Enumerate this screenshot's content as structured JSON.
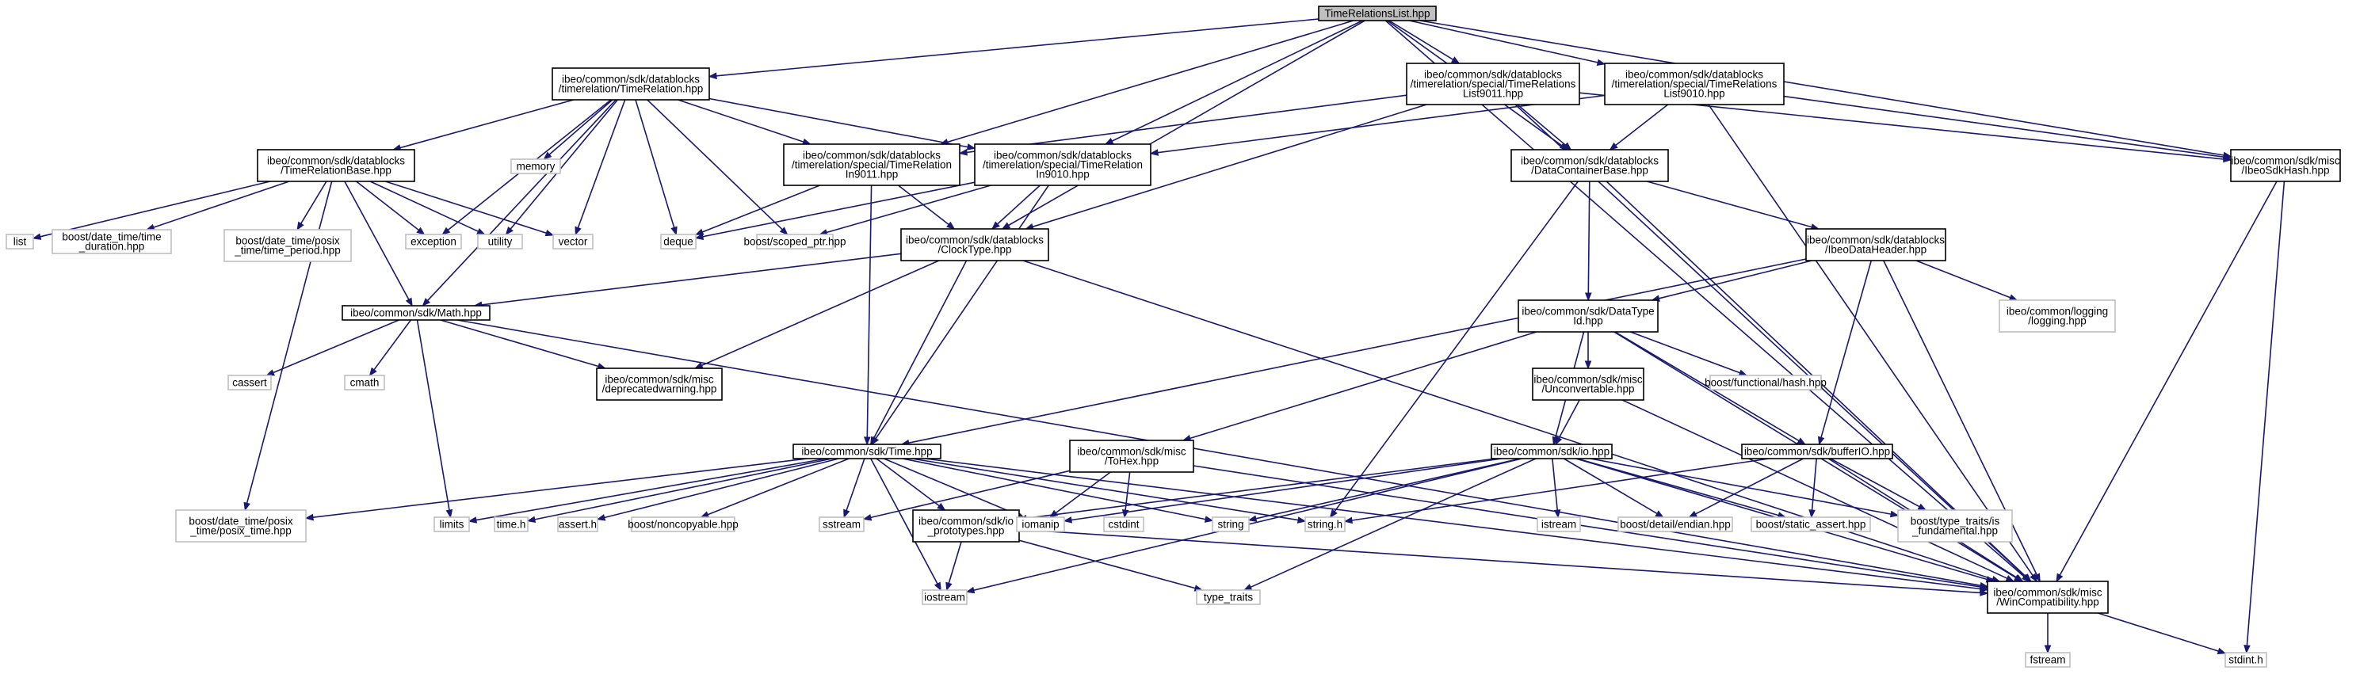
{
  "nodes": [
    {
      "id": "main",
      "kind": "main",
      "lines": [
        "TimeRelationsList.hpp"
      ]
    },
    {
      "id": "timerel",
      "kind": "proj",
      "lines": [
        "ibeo/common/sdk/datablocks",
        "/timerelation/TimeRelation.hpp"
      ]
    },
    {
      "id": "list9011",
      "kind": "proj",
      "lines": [
        "ibeo/common/sdk/datablocks",
        "/timerelation/special/TimeRelations",
        "List9011.hpp"
      ]
    },
    {
      "id": "list9010",
      "kind": "proj",
      "lines": [
        "ibeo/common/sdk/datablocks",
        "/timerelation/special/TimeRelations",
        "List9010.hpp"
      ]
    },
    {
      "id": "hash",
      "kind": "proj",
      "lines": [
        "ibeo/common/sdk/misc",
        "/IbeoSdkHash.hpp"
      ]
    },
    {
      "id": "trbase",
      "kind": "proj",
      "lines": [
        "ibeo/common/sdk/datablocks",
        "/TimeRelationBase.hpp"
      ]
    },
    {
      "id": "memory",
      "kind": "sys",
      "lines": [
        "memory"
      ]
    },
    {
      "id": "in9011",
      "kind": "proj",
      "lines": [
        "ibeo/common/sdk/datablocks",
        "/timerelation/special/TimeRelation",
        "In9011.hpp"
      ]
    },
    {
      "id": "in9010",
      "kind": "proj",
      "lines": [
        "ibeo/common/sdk/datablocks",
        "/timerelation/special/TimeRelation",
        "In9010.hpp"
      ]
    },
    {
      "id": "dcb",
      "kind": "proj",
      "lines": [
        "ibeo/common/sdk/datablocks",
        "/DataContainerBase.hpp"
      ]
    },
    {
      "id": "list",
      "kind": "sys",
      "lines": [
        "list"
      ]
    },
    {
      "id": "duration",
      "kind": "sys",
      "lines": [
        "boost/date_time/time",
        "_duration.hpp"
      ]
    },
    {
      "id": "period",
      "kind": "sys",
      "lines": [
        "boost/date_time/posix",
        "_time/time_period.hpp"
      ]
    },
    {
      "id": "exception",
      "kind": "sys",
      "lines": [
        "exception"
      ]
    },
    {
      "id": "utility",
      "kind": "sys",
      "lines": [
        "utility"
      ]
    },
    {
      "id": "vector",
      "kind": "sys",
      "lines": [
        "vector"
      ]
    },
    {
      "id": "deque",
      "kind": "sys",
      "lines": [
        "deque"
      ]
    },
    {
      "id": "scoped",
      "kind": "sys",
      "lines": [
        "boost/scoped_ptr.hpp"
      ]
    },
    {
      "id": "clock",
      "kind": "proj",
      "lines": [
        "ibeo/common/sdk/datablocks",
        "/ClockType.hpp"
      ]
    },
    {
      "id": "header",
      "kind": "proj",
      "lines": [
        "ibeo/common/sdk/datablocks",
        "/IbeoDataHeader.hpp"
      ]
    },
    {
      "id": "math",
      "kind": "proj",
      "lines": [
        "ibeo/common/sdk/Math.hpp"
      ]
    },
    {
      "id": "typeid",
      "kind": "proj",
      "lines": [
        "ibeo/common/sdk/DataType",
        "Id.hpp"
      ]
    },
    {
      "id": "logging",
      "kind": "sys",
      "lines": [
        "ibeo/common/logging",
        "/logging.hpp"
      ]
    },
    {
      "id": "cassert",
      "kind": "sys",
      "lines": [
        "cassert"
      ]
    },
    {
      "id": "cmath",
      "kind": "sys",
      "lines": [
        "cmath"
      ]
    },
    {
      "id": "deprecated",
      "kind": "proj",
      "lines": [
        "ibeo/common/sdk/misc",
        "/deprecatedwarning.hpp"
      ]
    },
    {
      "id": "unconv",
      "kind": "proj",
      "lines": [
        "ibeo/common/sdk/misc",
        "/Unconvertable.hpp"
      ]
    },
    {
      "id": "fhash",
      "kind": "sys",
      "lines": [
        "boost/functional/hash.hpp"
      ]
    },
    {
      "id": "time",
      "kind": "proj",
      "lines": [
        "ibeo/common/sdk/Time.hpp"
      ]
    },
    {
      "id": "tohex",
      "kind": "proj",
      "lines": [
        "ibeo/common/sdk/misc",
        "/ToHex.hpp"
      ]
    },
    {
      "id": "io",
      "kind": "proj",
      "lines": [
        "ibeo/common/sdk/io.hpp"
      ]
    },
    {
      "id": "bufferio",
      "kind": "proj",
      "lines": [
        "ibeo/common/sdk/bufferIO.hpp"
      ]
    },
    {
      "id": "posixtime",
      "kind": "sys",
      "lines": [
        "boost/date_time/posix",
        "_time/posix_time.hpp"
      ]
    },
    {
      "id": "limits",
      "kind": "sys",
      "lines": [
        "limits"
      ]
    },
    {
      "id": "timeh",
      "kind": "sys",
      "lines": [
        "time.h"
      ]
    },
    {
      "id": "asserth",
      "kind": "sys",
      "lines": [
        "assert.h"
      ]
    },
    {
      "id": "noncopy",
      "kind": "sys",
      "lines": [
        "boost/noncopyable.hpp"
      ]
    },
    {
      "id": "sstream",
      "kind": "sys",
      "lines": [
        "sstream"
      ]
    },
    {
      "id": "ioproto",
      "kind": "proj",
      "lines": [
        "ibeo/common/sdk/io",
        "_prototypes.hpp"
      ]
    },
    {
      "id": "iomanip",
      "kind": "sys",
      "lines": [
        "iomanip"
      ]
    },
    {
      "id": "cstdint",
      "kind": "sys",
      "lines": [
        "cstdint"
      ]
    },
    {
      "id": "string",
      "kind": "sys",
      "lines": [
        "string"
      ]
    },
    {
      "id": "stringh",
      "kind": "sys",
      "lines": [
        "string.h"
      ]
    },
    {
      "id": "istream",
      "kind": "sys",
      "lines": [
        "istream"
      ]
    },
    {
      "id": "endian",
      "kind": "sys",
      "lines": [
        "boost/detail/endian.hpp"
      ]
    },
    {
      "id": "static",
      "kind": "sys",
      "lines": [
        "boost/static_assert.hpp"
      ]
    },
    {
      "id": "fundamental",
      "kind": "sys",
      "lines": [
        "boost/type_traits/is",
        "_fundamental.hpp"
      ]
    },
    {
      "id": "wincompat",
      "kind": "proj",
      "lines": [
        "ibeo/common/sdk/misc",
        "/WinCompatibility.hpp"
      ]
    },
    {
      "id": "iostream",
      "kind": "sys",
      "lines": [
        "iostream"
      ]
    },
    {
      "id": "typetraits",
      "kind": "sys",
      "lines": [
        "type_traits"
      ]
    },
    {
      "id": "fstream",
      "kind": "sys",
      "lines": [
        "fstream"
      ]
    },
    {
      "id": "stdint",
      "kind": "sys",
      "lines": [
        "stdint.h"
      ]
    }
  ],
  "edges": [
    [
      "main",
      "timerel"
    ],
    [
      "main",
      "list9011"
    ],
    [
      "main",
      "list9010"
    ],
    [
      "main",
      "hash"
    ],
    [
      "main",
      "in9011"
    ],
    [
      "main",
      "in9010"
    ],
    [
      "main",
      "dcb"
    ],
    [
      "main",
      "clock"
    ],
    [
      "main",
      "wincompat"
    ],
    [
      "timerel",
      "trbase"
    ],
    [
      "timerel",
      "memory"
    ],
    [
      "timerel",
      "in9011"
    ],
    [
      "timerel",
      "in9010"
    ],
    [
      "timerel",
      "exception"
    ],
    [
      "timerel",
      "utility"
    ],
    [
      "timerel",
      "vector"
    ],
    [
      "timerel",
      "deque"
    ],
    [
      "timerel",
      "scoped"
    ],
    [
      "timerel",
      "math"
    ],
    [
      "list9011",
      "in9011"
    ],
    [
      "list9011",
      "dcb"
    ],
    [
      "list9011",
      "clock"
    ],
    [
      "list9011",
      "hash"
    ],
    [
      "list9011",
      "wincompat"
    ],
    [
      "list9010",
      "in9010"
    ],
    [
      "list9010",
      "dcb"
    ],
    [
      "list9010",
      "hash"
    ],
    [
      "list9010",
      "wincompat"
    ],
    [
      "hash",
      "wincompat"
    ],
    [
      "hash",
      "stdint"
    ],
    [
      "trbase",
      "list"
    ],
    [
      "trbase",
      "duration"
    ],
    [
      "trbase",
      "period"
    ],
    [
      "trbase",
      "exception"
    ],
    [
      "trbase",
      "utility"
    ],
    [
      "trbase",
      "vector"
    ],
    [
      "trbase",
      "math"
    ],
    [
      "trbase",
      "posixtime"
    ],
    [
      "in9011",
      "deque"
    ],
    [
      "in9011",
      "clock"
    ],
    [
      "in9011",
      "time"
    ],
    [
      "in9010",
      "deque"
    ],
    [
      "in9010",
      "scoped"
    ],
    [
      "in9010",
      "clock"
    ],
    [
      "in9010",
      "time"
    ],
    [
      "dcb",
      "header"
    ],
    [
      "dcb",
      "typeid"
    ],
    [
      "dcb",
      "stringh"
    ],
    [
      "dcb",
      "wincompat"
    ],
    [
      "clock",
      "math"
    ],
    [
      "clock",
      "deprecated"
    ],
    [
      "clock",
      "time"
    ],
    [
      "clock",
      "wincompat"
    ],
    [
      "header",
      "typeid"
    ],
    [
      "header",
      "logging"
    ],
    [
      "header",
      "bufferio"
    ],
    [
      "header",
      "time"
    ],
    [
      "header",
      "wincompat"
    ],
    [
      "math",
      "cassert"
    ],
    [
      "math",
      "cmath"
    ],
    [
      "math",
      "deprecated"
    ],
    [
      "math",
      "limits"
    ],
    [
      "math",
      "wincompat"
    ],
    [
      "typeid",
      "tohex"
    ],
    [
      "typeid",
      "unconv"
    ],
    [
      "typeid",
      "fhash"
    ],
    [
      "typeid",
      "io"
    ],
    [
      "typeid",
      "bufferio"
    ],
    [
      "typeid",
      "wincompat"
    ],
    [
      "unconv",
      "io"
    ],
    [
      "unconv",
      "wincompat"
    ],
    [
      "time",
      "posixtime"
    ],
    [
      "time",
      "limits"
    ],
    [
      "time",
      "timeh"
    ],
    [
      "time",
      "asserth"
    ],
    [
      "time",
      "noncopy"
    ],
    [
      "time",
      "sstream"
    ],
    [
      "time",
      "ioproto"
    ],
    [
      "time",
      "iomanip"
    ],
    [
      "time",
      "string"
    ],
    [
      "time",
      "stringh"
    ],
    [
      "time",
      "iostream"
    ],
    [
      "time",
      "wincompat"
    ],
    [
      "tohex",
      "sstream"
    ],
    [
      "tohex",
      "iomanip"
    ],
    [
      "tohex",
      "cstdint"
    ],
    [
      "tohex",
      "wincompat"
    ],
    [
      "io",
      "ioproto"
    ],
    [
      "io",
      "iomanip"
    ],
    [
      "io",
      "string"
    ],
    [
      "io",
      "istream"
    ],
    [
      "io",
      "endian"
    ],
    [
      "io",
      "static"
    ],
    [
      "io",
      "fundamental"
    ],
    [
      "io",
      "iostream"
    ],
    [
      "io",
      "typetraits"
    ],
    [
      "io",
      "wincompat"
    ],
    [
      "bufferio",
      "stringh"
    ],
    [
      "bufferio",
      "endian"
    ],
    [
      "bufferio",
      "static"
    ],
    [
      "bufferio",
      "fundamental"
    ],
    [
      "bufferio",
      "wincompat"
    ],
    [
      "ioproto",
      "iostream"
    ],
    [
      "ioproto",
      "typetraits"
    ],
    [
      "ioproto",
      "wincompat"
    ],
    [
      "wincompat",
      "fstream"
    ],
    [
      "wincompat",
      "stdint"
    ]
  ]
}
